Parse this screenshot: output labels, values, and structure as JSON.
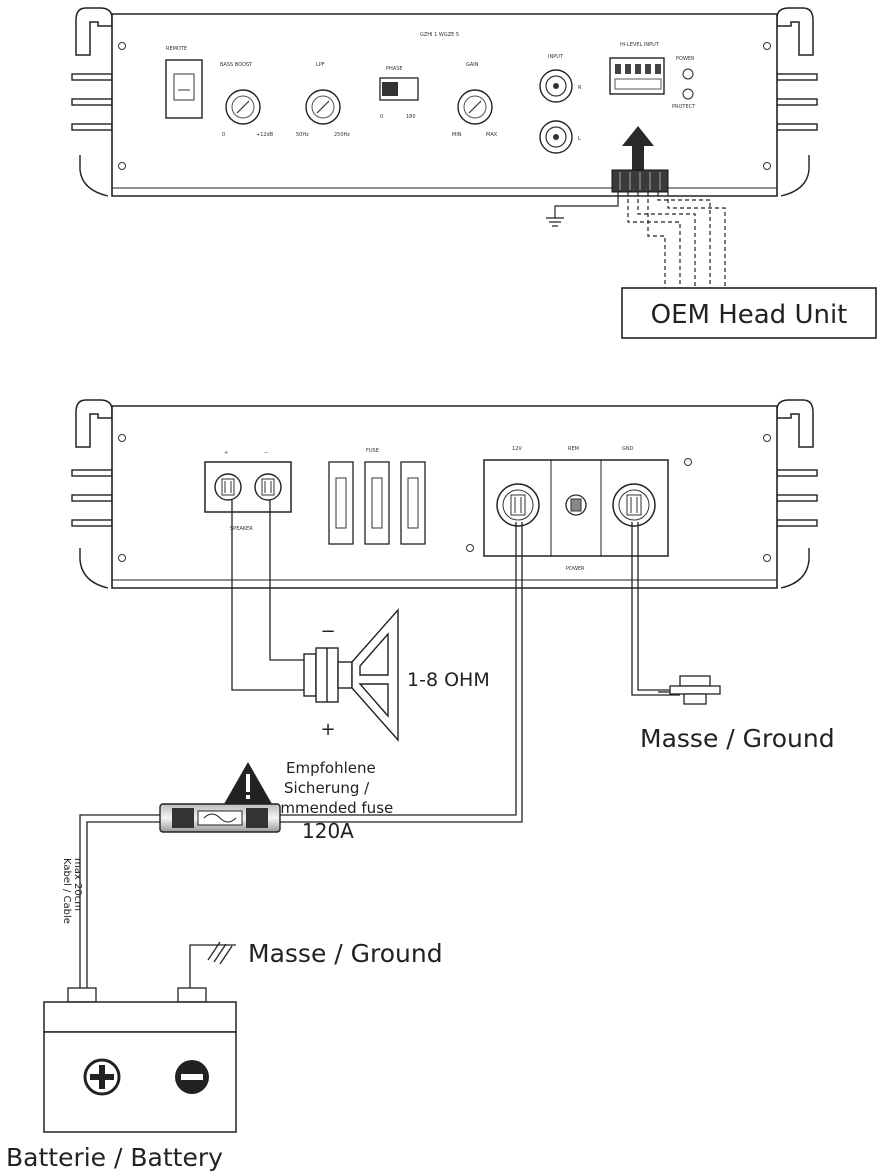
{
  "top_panel": {
    "model_label": "GZHI 1 WGZE 5",
    "remote_label": "REMOTE",
    "bass_boost_label": "BASS BOOST",
    "bass_boost_min": "0",
    "bass_boost_max": "+12dB",
    "lpf_label": "LPF",
    "lpf_min": "50Hz",
    "lpf_max": "250Hz",
    "phase_label": "PHASE",
    "phase_min": "0",
    "phase_max": "180",
    "gain_label": "GAIN",
    "gain_min": "MIN",
    "gain_max": "MAX",
    "input_label": "INPUT",
    "input_r": "R",
    "input_l": "L",
    "hilevel_label": "HI-LEVEL INPUT",
    "power_led_label": "POWER",
    "protect_led_label": "PROTECT"
  },
  "head_unit": {
    "label": "OEM Head Unit"
  },
  "bottom_panel": {
    "speaker_plus": "+",
    "speaker_minus": "−",
    "speaker_label": "SPEAKER",
    "fuse_label": "FUSE",
    "power_12v": "12V",
    "power_rem": "REM",
    "power_gnd": "GND",
    "power_label": "POWER"
  },
  "speaker": {
    "impedance": "1-8 OHM",
    "minus": "−",
    "plus": "+"
  },
  "amp_ground": {
    "label": "Masse / Ground"
  },
  "fuse_note": {
    "line1": "Empfohlene",
    "line2": "Sicherung /",
    "line3": "Recommended fuse",
    "value": "120A"
  },
  "cable_note": {
    "line1": "Kabel / Cable",
    "line2": "max 20cm"
  },
  "battery_ground": {
    "label": "Masse / Ground"
  },
  "battery": {
    "label": "Batterie / Battery"
  }
}
